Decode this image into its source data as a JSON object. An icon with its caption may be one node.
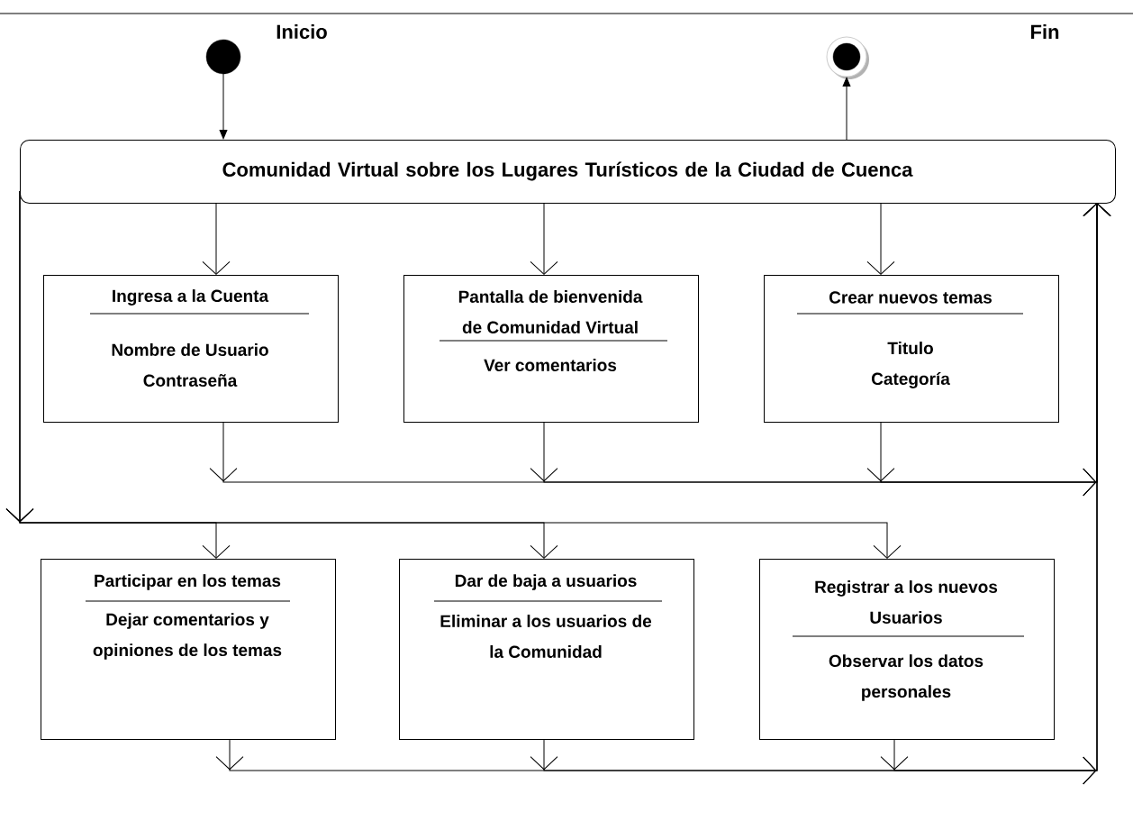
{
  "diagram": {
    "nodes": [
      {
        "text": [],
        "shape": "circle",
        "beside": [
          "Inicio"
        ]
      },
      {
        "text": [],
        "shape": "circle"
      },
      {
        "text": [
          "Comunidad Virtual sobre los Lugares Turísticos de la Ciudad de Cuenca"
        ]
      },
      {
        "text": [
          "Ingresa a la Cuenta",
          "Nombre de Usuario Contraseña"
        ]
      },
      {
        "text": [
          "Pantalla de bienvenida de Comunidad Virtual",
          "Ver comentarios"
        ]
      },
      {
        "text": [
          "Crear nuevos temas",
          "Titulo Categoría"
        ]
      },
      {
        "text": [
          "Participar en los temas",
          "Dejar comentarios y opiniones de los temas"
        ]
      },
      {
        "text": [
          "Dar de baja a usuarios",
          "Eliminar a los usuarios de la Comunidad"
        ]
      },
      {
        "text": [
          "Registrar a los nuevos Usuarios",
          "Observar los datos personales"
        ]
      }
    ],
    "edges": [
      {
        "from": 0,
        "to": 2,
        "arrow": "to"
      },
      {
        "from": 2,
        "to": 1,
        "arrow": "to"
      },
      {
        "from": 2,
        "to": 3,
        "arrow": "to"
      },
      {
        "from": 2,
        "to": 4,
        "arrow": "to"
      },
      {
        "from": 2,
        "to": 5,
        "arrow": "to"
      },
      {
        "from": 3,
        "to": 2,
        "arrow": "to"
      },
      {
        "from": 4,
        "to": 2,
        "arrow": "to"
      },
      {
        "from": 5,
        "to": 2,
        "arrow": "to"
      },
      {
        "from": 2,
        "to": 6,
        "arrow": "to"
      },
      {
        "from": 2,
        "to": 7,
        "arrow": "to"
      },
      {
        "from": 2,
        "to": 8,
        "arrow": "to"
      },
      {
        "from": 6,
        "to": 2,
        "arrow": "to"
      },
      {
        "from": 7,
        "to": 2,
        "arrow": "to"
      },
      {
        "from": 8,
        "to": 2,
        "arrow": "to"
      }
    ],
    "labels": [
      "Fin"
    ]
  }
}
